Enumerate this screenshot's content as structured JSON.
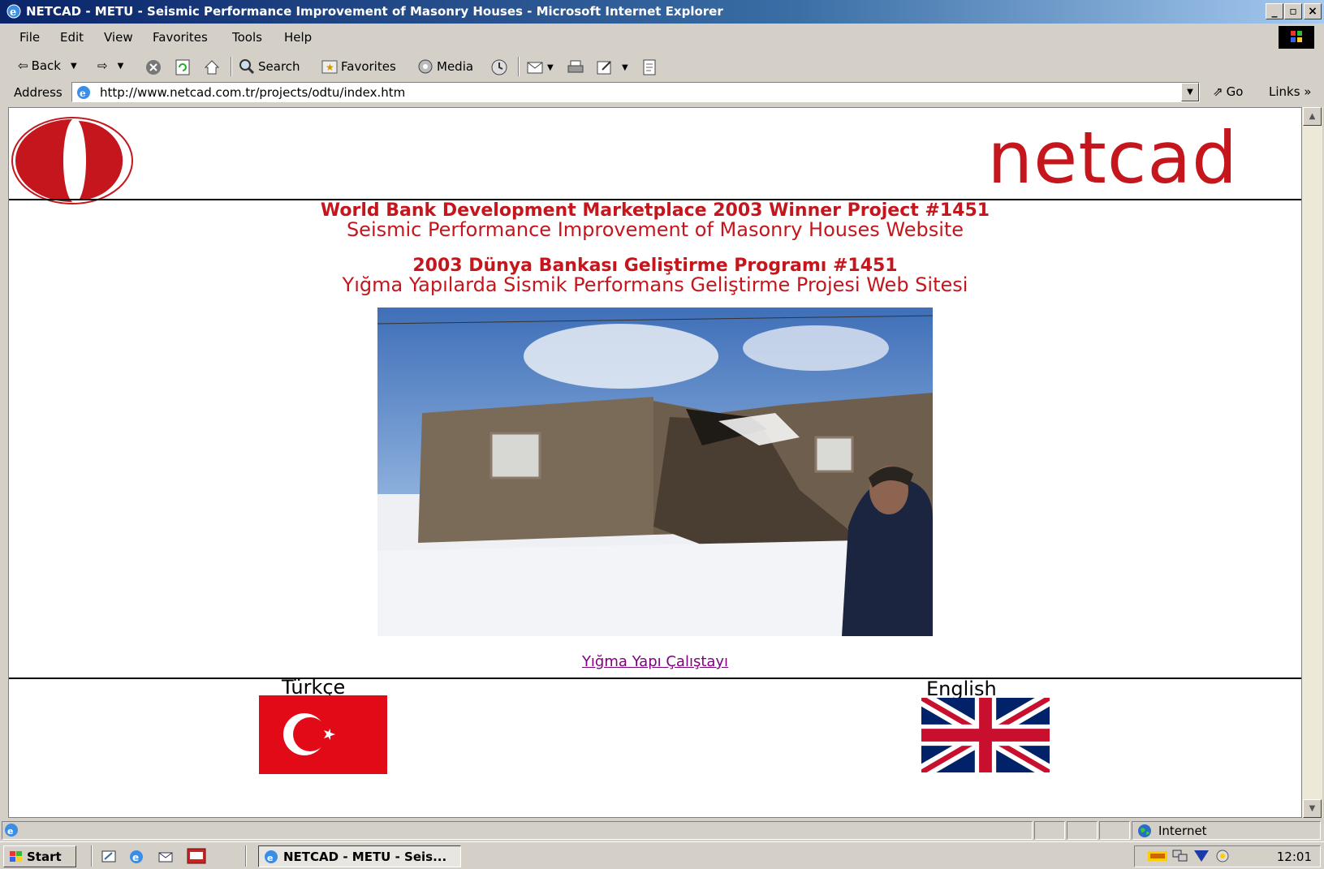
{
  "window": {
    "title": "NETCAD - METU - Seismic Performance Improvement of Masonry Houses - Microsoft Internet Explorer"
  },
  "menu": [
    "File",
    "Edit",
    "View",
    "Favorites",
    "Tools",
    "Help"
  ],
  "toolbar": {
    "back_label": "Back",
    "search_label": "Search",
    "favorites_label": "Favorites",
    "media_label": "Media"
  },
  "address": {
    "label": "Address",
    "url": "http://www.netcad.com.tr/projects/odtu/index.htm",
    "go_label": "Go",
    "links_label": "Links »"
  },
  "page": {
    "brand": "netcad",
    "line1": "World Bank Development Marketplace 2003 Winner Project #1451",
    "line2": "Seismic Performance Improvement of Masonry Houses Website",
    "line3": "2003 Dünya Bankası Geliştirme Programı #1451",
    "line4": "Yığma Yapılarda Sismik Performans Geliştirme Projesi Web Sitesi",
    "workshop_link": "Yığma Yapı Çalıştayı",
    "turkish_label": "Türkçe",
    "english_label": "English"
  },
  "status": {
    "zone": "Internet"
  },
  "taskbar": {
    "start_label": "Start",
    "active_window": "NETCAD - METU - Seis...",
    "clock": "12:01"
  },
  "colors": {
    "brand_red": "#c4161c",
    "visited_link": "#800080",
    "title_blue": "#0a246a"
  }
}
